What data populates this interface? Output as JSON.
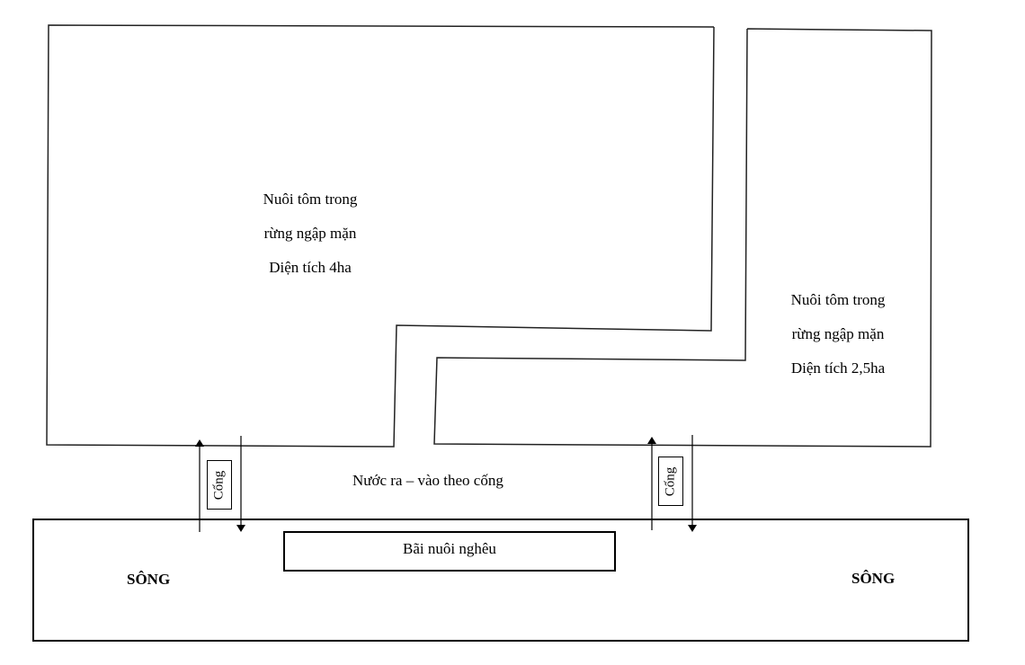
{
  "pond_left": {
    "lines": [
      "Nuôi tôm trong",
      "rừng ngập mặn",
      "Diện tích 4ha"
    ]
  },
  "pond_right": {
    "lines": [
      "Nuôi tôm trong",
      "rừng ngập mặn",
      "Diện tích 2,5ha"
    ]
  },
  "channel_label": "Nước ra – vào theo cống",
  "gates": [
    {
      "label": "Cống"
    },
    {
      "label": "Cống"
    }
  ],
  "clam_bed_label": "Bãi nuôi nghêu",
  "river_labels": [
    "SÔNG",
    "SÔNG"
  ]
}
